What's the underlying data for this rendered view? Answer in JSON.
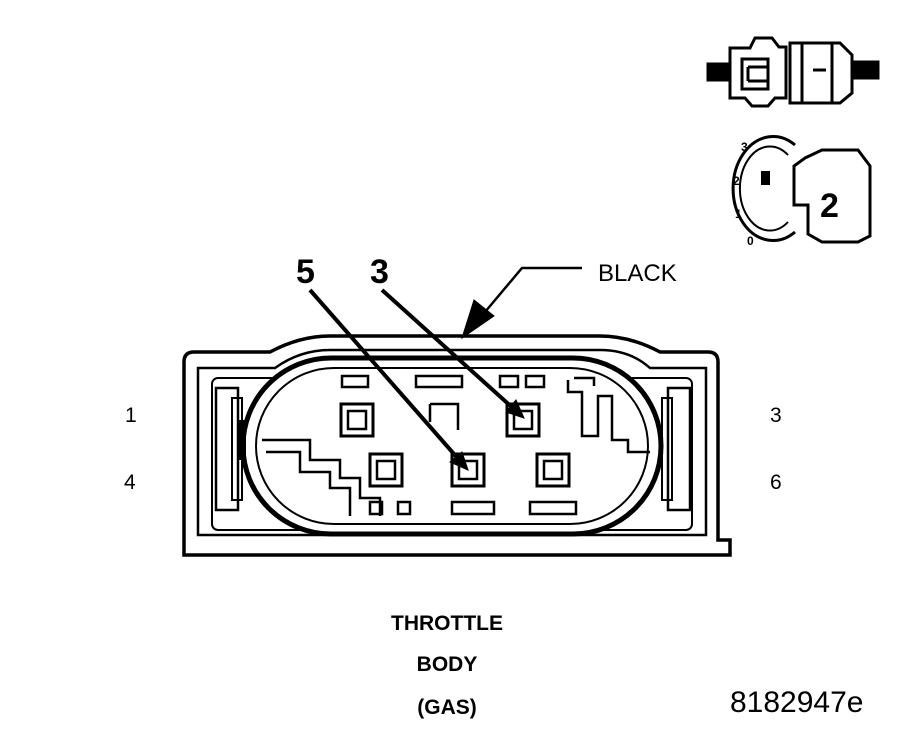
{
  "callouts": {
    "cavity_a": "5",
    "cavity_b": "3",
    "color": "BLACK"
  },
  "pin_numbers": {
    "top_left": "1",
    "bottom_left": "4",
    "top_right": "3",
    "bottom_right": "6"
  },
  "caption": {
    "line1": "THROTTLE",
    "line2": "BODY",
    "line3": "(GAS)"
  },
  "figure_id": "8182947e",
  "view_dial": {
    "ticks": [
      "3",
      "2",
      "1",
      "0"
    ],
    "selected": "2"
  }
}
